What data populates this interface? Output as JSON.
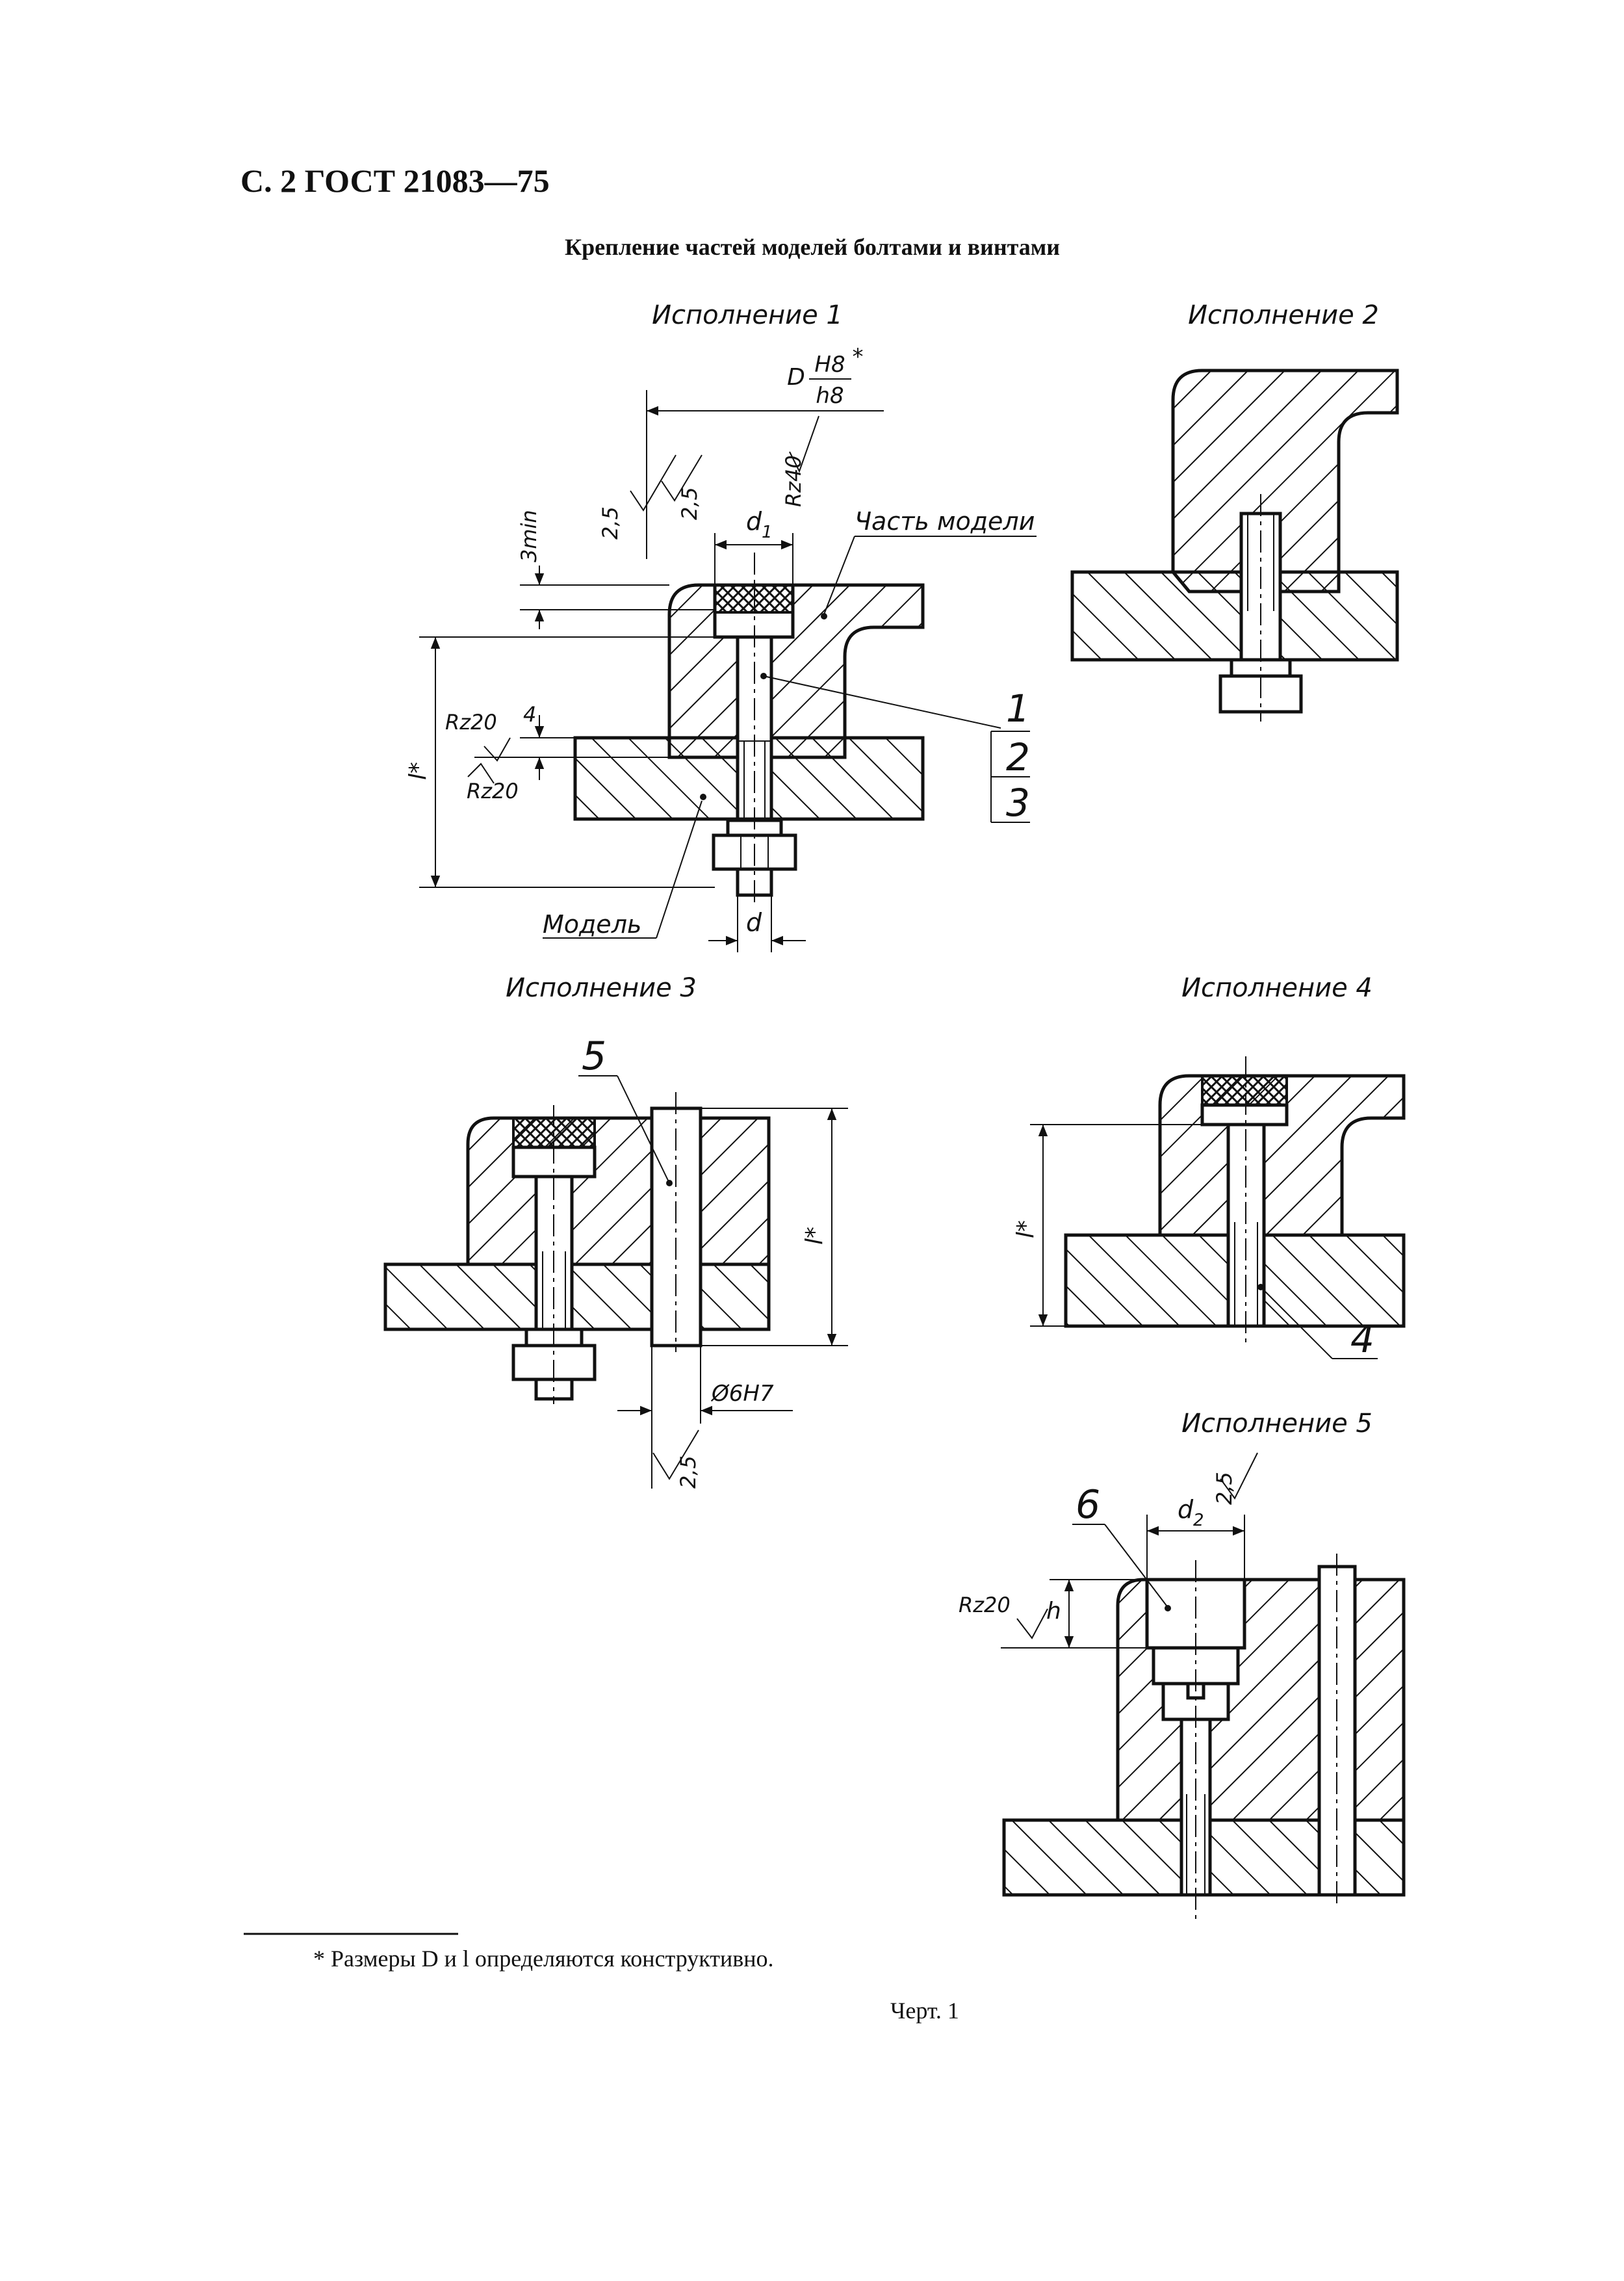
{
  "header": {
    "page_ref": "С. 2 ГОСТ 21083—75"
  },
  "figure": {
    "title": "Крепление частей моделей болтами и винтами",
    "caption": "Черт. 1",
    "variants": {
      "v1": "Исполнение 1",
      "v2": "Исполнение 2",
      "v3": "Исполнение 3",
      "v4": "Исполнение 4",
      "v5": "Исполнение 5"
    },
    "labels": {
      "part_of_model": "Часть модели",
      "model": "Модель",
      "fit_D": "D",
      "fit_H8": "H8",
      "fit_h8": "h8",
      "fit_star": "*",
      "rz40": "Rz40",
      "rz20": "Rz20",
      "r25": "2,5",
      "min3": "3min",
      "four": "4",
      "l_star": "l*",
      "d": "d",
      "d1_base": "d",
      "d1_sub": "1",
      "d2_base": "d",
      "d2_sub": "2",
      "phi6h7": "Ø6H7",
      "h": "h",
      "callouts": [
        "1",
        "2",
        "3",
        "4",
        "5",
        "6"
      ]
    }
  },
  "footnote": {
    "text": "* Размеры D и l определяются конструктивно."
  }
}
